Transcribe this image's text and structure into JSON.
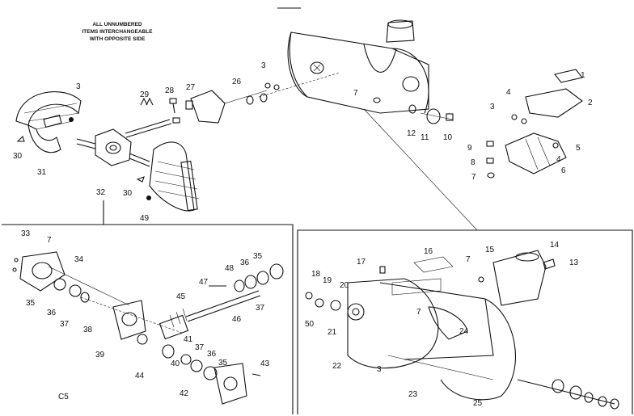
{
  "note": {
    "lines": [
      "ALL UNNUMBERED",
      "ITEMS INTERCHANGEABLE",
      "WITH OPPOSITE SIDE"
    ]
  },
  "page_code": "C5",
  "callouts": {
    "top": [
      {
        "id": "t1",
        "text": "1"
      },
      {
        "id": "t2",
        "text": "2"
      },
      {
        "id": "t3a",
        "text": "3"
      },
      {
        "id": "t3b",
        "text": "3"
      },
      {
        "id": "t3c",
        "text": "3"
      },
      {
        "id": "t4a",
        "text": "4"
      },
      {
        "id": "t4b",
        "text": "4"
      },
      {
        "id": "t5",
        "text": "5"
      },
      {
        "id": "t6",
        "text": "6"
      },
      {
        "id": "t7a",
        "text": "7"
      },
      {
        "id": "t7b",
        "text": "7"
      },
      {
        "id": "t8",
        "text": "8"
      },
      {
        "id": "t9",
        "text": "9"
      },
      {
        "id": "t10",
        "text": "10"
      },
      {
        "id": "t11",
        "text": "11"
      },
      {
        "id": "t12",
        "text": "12"
      },
      {
        "id": "t26",
        "text": "26"
      },
      {
        "id": "t27",
        "text": "27"
      },
      {
        "id": "t28",
        "text": "28"
      },
      {
        "id": "t29",
        "text": "29"
      },
      {
        "id": "t30a",
        "text": "30"
      },
      {
        "id": "t30b",
        "text": "30"
      },
      {
        "id": "t31",
        "text": "31"
      },
      {
        "id": "t32",
        "text": "32"
      },
      {
        "id": "t49",
        "text": "49"
      }
    ],
    "left": [
      {
        "id": "l33",
        "text": "33"
      },
      {
        "id": "l7",
        "text": "7"
      },
      {
        "id": "l34",
        "text": "34"
      },
      {
        "id": "l35a",
        "text": "35"
      },
      {
        "id": "l36a",
        "text": "36"
      },
      {
        "id": "l37a",
        "text": "37"
      },
      {
        "id": "l38",
        "text": "38"
      },
      {
        "id": "l39",
        "text": "39"
      },
      {
        "id": "l44",
        "text": "44"
      },
      {
        "id": "l40",
        "text": "40"
      },
      {
        "id": "l41",
        "text": "41"
      },
      {
        "id": "l37b",
        "text": "37"
      },
      {
        "id": "l36b",
        "text": "36"
      },
      {
        "id": "l35b",
        "text": "35"
      },
      {
        "id": "l42",
        "text": "42"
      },
      {
        "id": "l43",
        "text": "43"
      },
      {
        "id": "l45",
        "text": "45"
      },
      {
        "id": "l47",
        "text": "47"
      },
      {
        "id": "l48",
        "text": "48"
      },
      {
        "id": "l36c",
        "text": "36"
      },
      {
        "id": "l35c",
        "text": "35"
      },
      {
        "id": "l37c",
        "text": "37"
      },
      {
        "id": "l46",
        "text": "46"
      }
    ],
    "right": [
      {
        "id": "r18",
        "text": "18"
      },
      {
        "id": "r19",
        "text": "19"
      },
      {
        "id": "r20",
        "text": "20"
      },
      {
        "id": "r50",
        "text": "50"
      },
      {
        "id": "r21",
        "text": "21"
      },
      {
        "id": "r17",
        "text": "17"
      },
      {
        "id": "r16",
        "text": "16"
      },
      {
        "id": "r15",
        "text": "15"
      },
      {
        "id": "r14",
        "text": "14"
      },
      {
        "id": "r13",
        "text": "13"
      },
      {
        "id": "r7a",
        "text": "7"
      },
      {
        "id": "r7b",
        "text": "7"
      },
      {
        "id": "r24",
        "text": "24"
      },
      {
        "id": "r22",
        "text": "22"
      },
      {
        "id": "r3",
        "text": "3"
      },
      {
        "id": "r23",
        "text": "23"
      },
      {
        "id": "r25",
        "text": "25"
      }
    ]
  }
}
